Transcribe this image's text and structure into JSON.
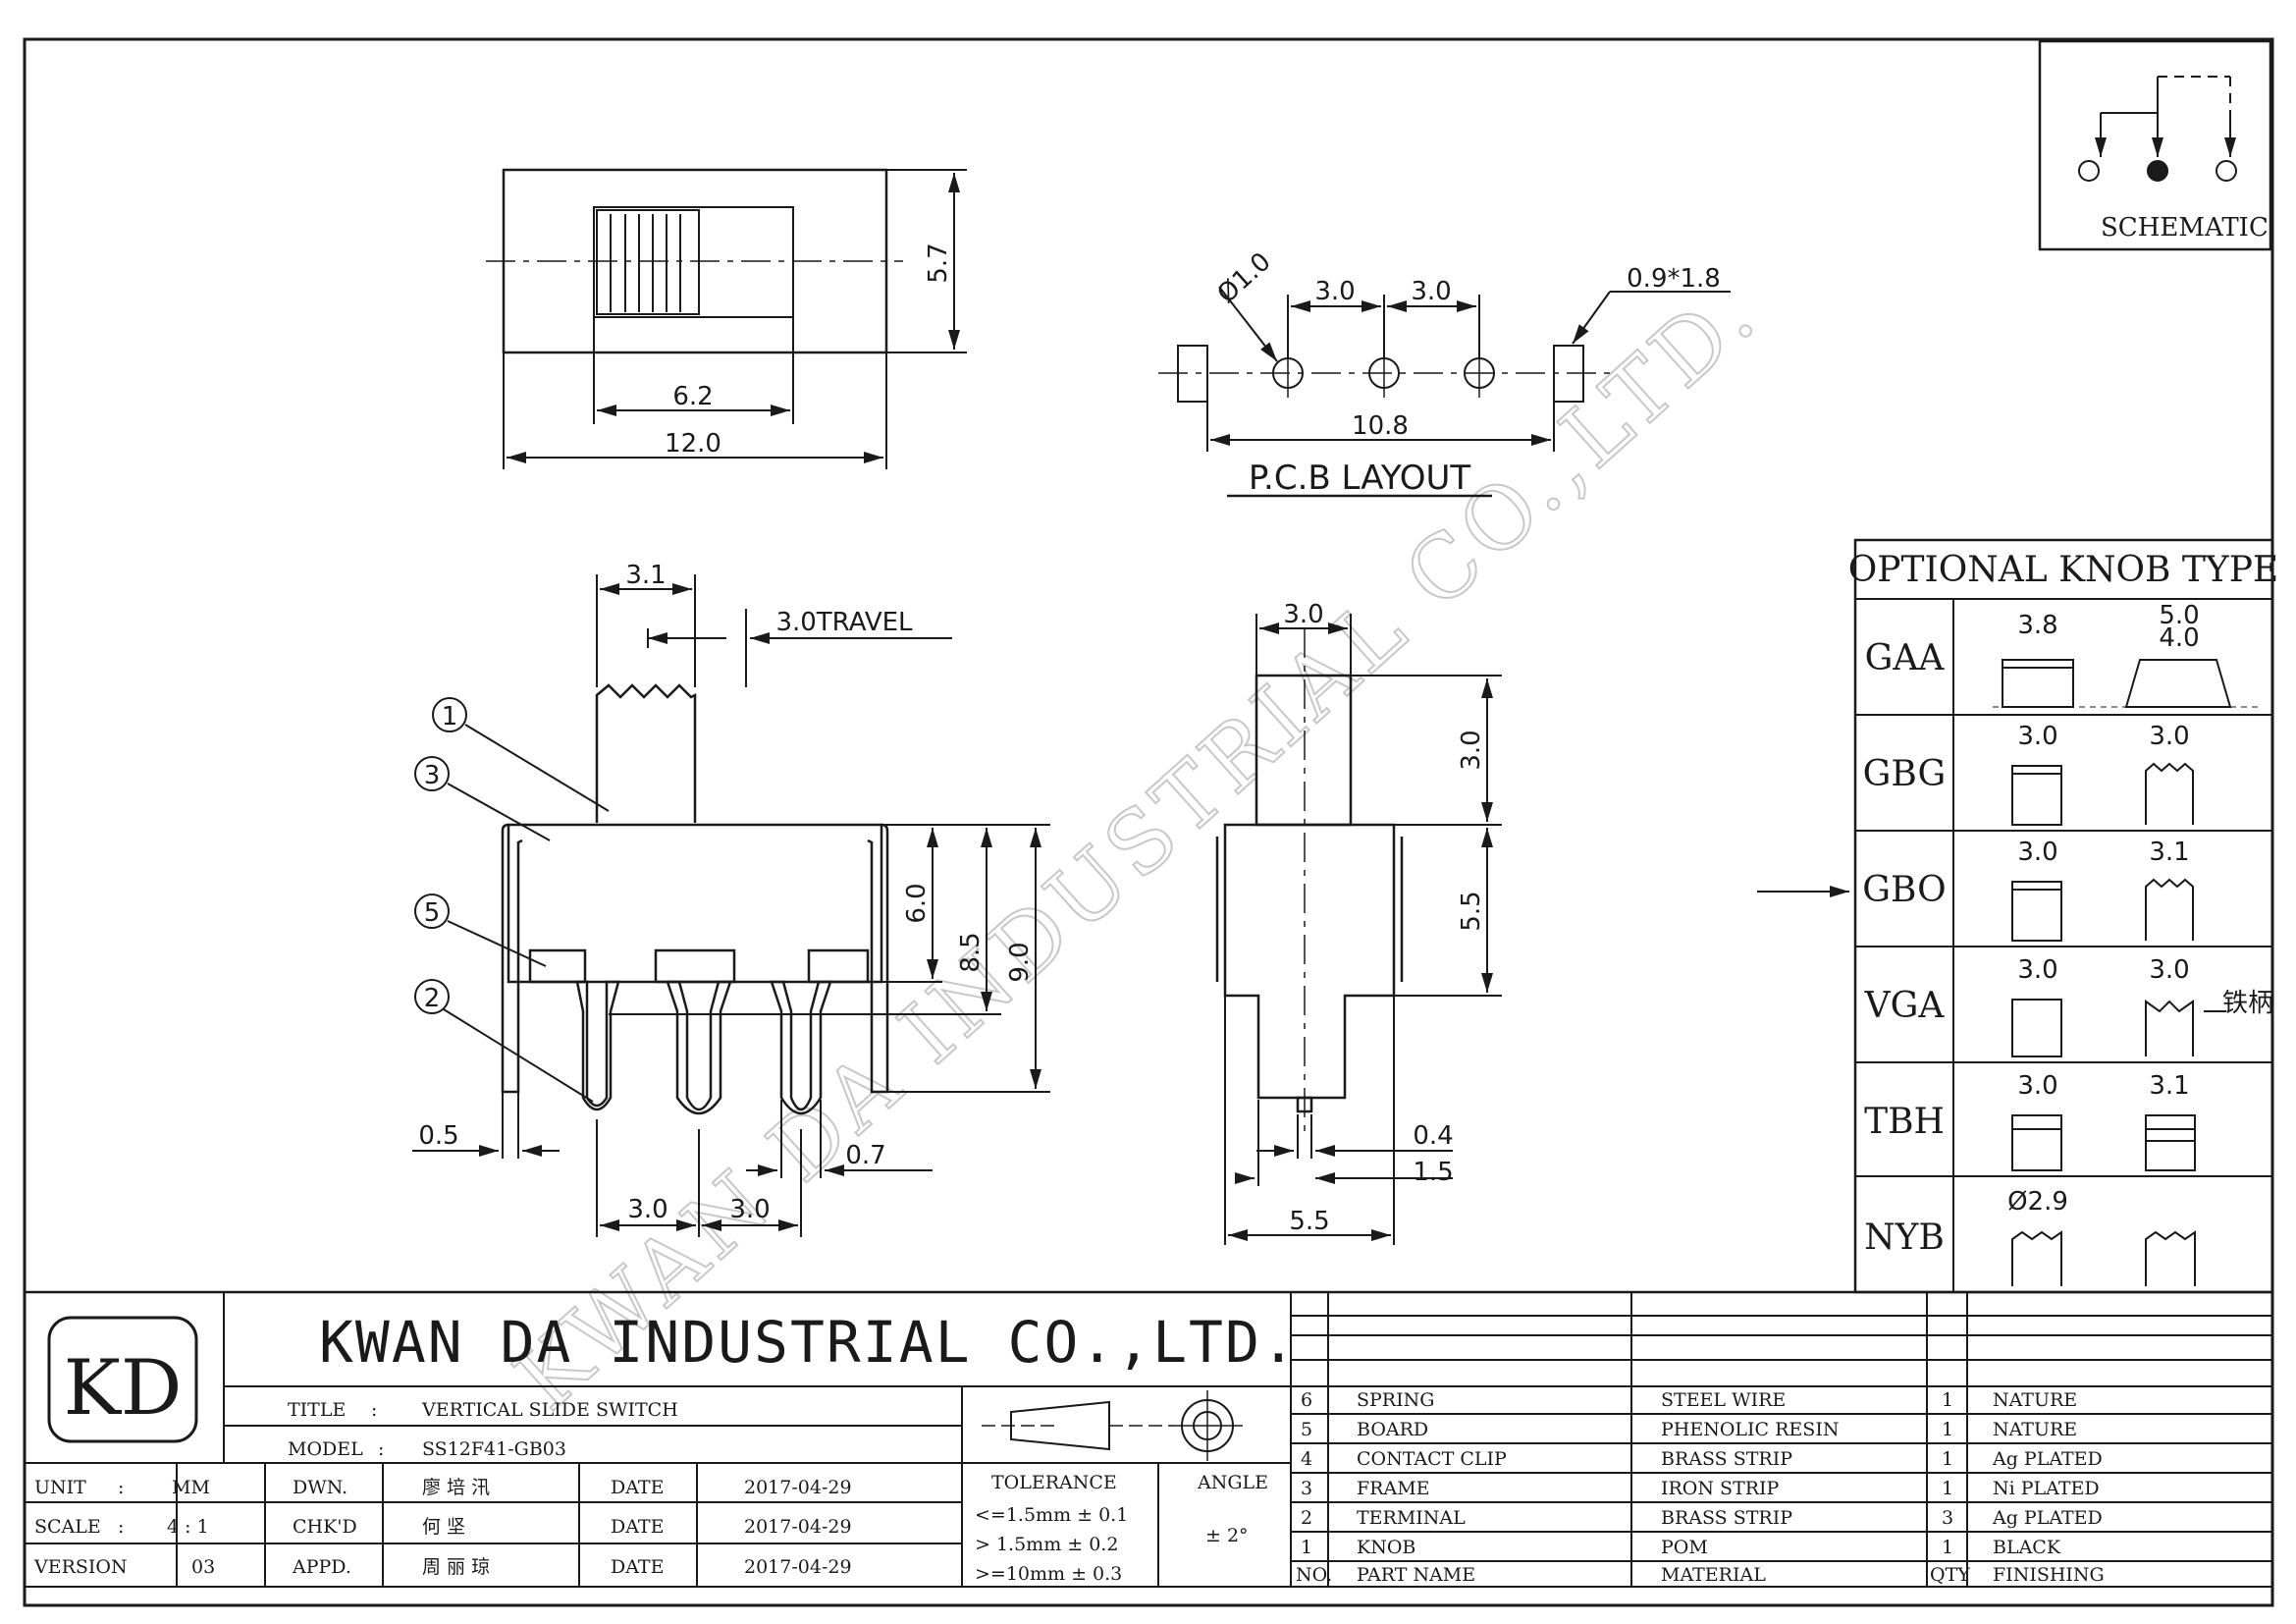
{
  "company": {
    "name": "KWAN DA INDUSTRIAL CO.,LTD.",
    "logo": "KD",
    "watermark": "KWAN DA INDUSTRIAL CO.,LTD."
  },
  "schematic": {
    "label": "SCHEMATIC"
  },
  "top_view": {
    "dim_height": "5.7",
    "dim_knob_width": "6.2",
    "dim_width": "12.0"
  },
  "pcb": {
    "title": "P.C.B LAYOUT",
    "hole_dia": "Ø1.0",
    "pitch_1": "3.0",
    "pitch_2": "3.0",
    "slot": "0.9*1.8",
    "span": "10.8"
  },
  "front_view": {
    "knob_width": "3.1",
    "travel": "3.0TRAVEL",
    "h1": "6.0",
    "h2": "8.5",
    "h3": "9.0",
    "tab": "0.5",
    "pin": "0.7",
    "pitch_1": "3.0",
    "pitch_2": "3.0",
    "callouts": [
      "1",
      "3",
      "5",
      "2"
    ]
  },
  "side_view": {
    "knob_width": "3.0",
    "knob_height": "3.0",
    "body_height": "5.5",
    "pin_w": "0.4",
    "pin_o": "1.5",
    "width": "5.5"
  },
  "optional_knobs": {
    "title": "OPTIONAL KNOB TYPE",
    "rows": [
      {
        "code": "GAA",
        "d1": "3.8",
        "d2": "5.0",
        "d3": "4.0"
      },
      {
        "code": "GBG",
        "d1": "3.0",
        "d2": "3.0",
        "d3": ""
      },
      {
        "code": "GBO",
        "d1": "3.0",
        "d2": "3.1",
        "d3": ""
      },
      {
        "code": "VGA",
        "d1": "3.0",
        "d2": "3.0",
        "d3": "铁柄"
      },
      {
        "code": "TBH",
        "d1": "3.0",
        "d2": "3.1",
        "d3": ""
      },
      {
        "code": "NYB",
        "d1": "Ø2.9",
        "d2": "",
        "d3": ""
      }
    ]
  },
  "title_block": {
    "title_label": "TITLE",
    "title_value": "VERTICAL SLIDE SWITCH",
    "model_label": "MODEL",
    "model_value": "SS12F41-GB03",
    "unit_label": "UNIT",
    "unit_value": "MM",
    "scale_label": "SCALE",
    "scale_value": "4 : 1",
    "version_label": "VERSION",
    "version_value": "03",
    "dwn_label": "DWN.",
    "dwn_name": "廖 培 汛",
    "chk_label": "CHK'D",
    "chk_name": "何   坚",
    "appd_label": "APPD.",
    "appd_name": "周 丽 琼",
    "date_label": "DATE",
    "dates": [
      "2017-04-29",
      "2017-04-29",
      "2017-04-29"
    ],
    "tolerance_label": "TOLERANCE",
    "tolerances": [
      "<=1.5mm  ± 0.1",
      "> 1.5mm  ± 0.2",
      ">=10mm   ± 0.3"
    ],
    "angle_label": "ANGLE",
    "angle_value": "± 2°"
  },
  "bom": {
    "headers": {
      "no": "NO.",
      "part": "PART  NAME",
      "material": "MATERIAL",
      "qty": "QTY",
      "finish": "FINISHING"
    },
    "rows": [
      {
        "no": "6",
        "part": "SPRING",
        "material": "STEEL WIRE",
        "qty": "1",
        "finish": "NATURE"
      },
      {
        "no": "5",
        "part": "BOARD",
        "material": "PHENOLIC RESIN",
        "qty": "1",
        "finish": "NATURE"
      },
      {
        "no": "4",
        "part": "CONTACT CLIP",
        "material": "BRASS STRIP",
        "qty": "1",
        "finish": "Ag PLATED"
      },
      {
        "no": "3",
        "part": "FRAME",
        "material": "IRON STRIP",
        "qty": "1",
        "finish": "Ni PLATED"
      },
      {
        "no": "2",
        "part": "TERMINAL",
        "material": "BRASS STRIP",
        "qty": "3",
        "finish": "Ag PLATED"
      },
      {
        "no": "1",
        "part": "KNOB",
        "material": "POM",
        "qty": "1",
        "finish": "BLACK"
      }
    ]
  }
}
